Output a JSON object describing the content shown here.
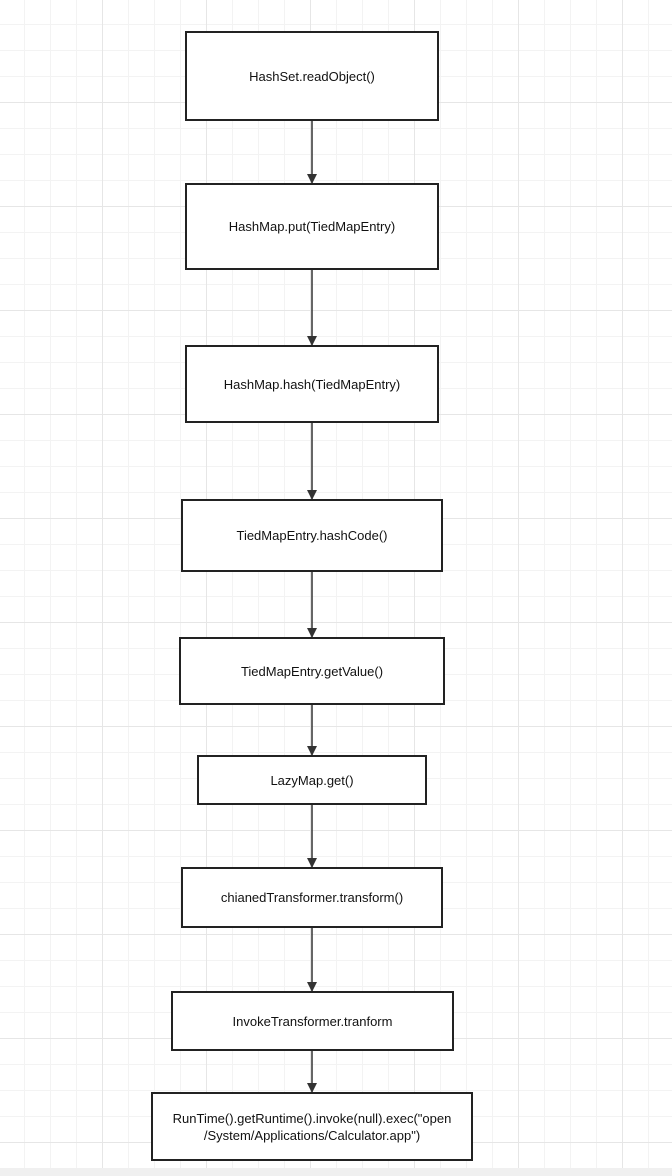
{
  "diagram": {
    "nodes": [
      {
        "id": "n1",
        "label": "HashSet.readObject()"
      },
      {
        "id": "n2",
        "label": "HashMap.put(TiedMapEntry)"
      },
      {
        "id": "n3",
        "label": "HashMap.hash(TiedMapEntry)"
      },
      {
        "id": "n4",
        "label": "TiedMapEntry.hashCode()"
      },
      {
        "id": "n5",
        "label": "TiedMapEntry.getValue()"
      },
      {
        "id": "n6",
        "label": "LazyMap.get()"
      },
      {
        "id": "n7",
        "label": "chianedTransformer.transform()"
      },
      {
        "id": "n8",
        "label": "InvokeTransformer.tranform"
      },
      {
        "id": "n9",
        "label": "RunTime().getRuntime().invoke(null).exec(\"open\n/System/Applications/Calculator.app\")"
      }
    ],
    "edges": [
      {
        "from": "n1",
        "to": "n2"
      },
      {
        "from": "n2",
        "to": "n3"
      },
      {
        "from": "n3",
        "to": "n4"
      },
      {
        "from": "n4",
        "to": "n5"
      },
      {
        "from": "n5",
        "to": "n6"
      },
      {
        "from": "n6",
        "to": "n7"
      },
      {
        "from": "n7",
        "to": "n8"
      },
      {
        "from": "n8",
        "to": "n9"
      }
    ]
  }
}
